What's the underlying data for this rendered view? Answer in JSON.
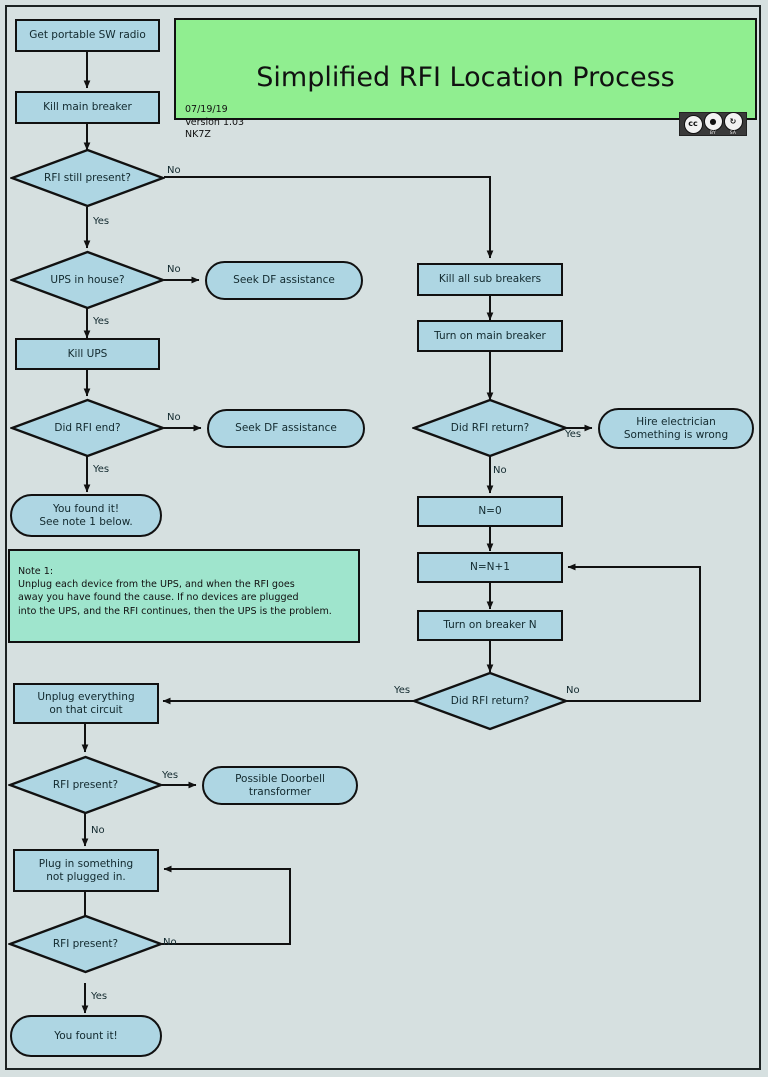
{
  "banner": {
    "title": "Simplified RFI Location Process",
    "date": "07/19/19",
    "version": "Version 1.03",
    "callsign": "NK7Z",
    "license_badge": "cc-by-sa-icon",
    "license_by": "BY",
    "license_sa": "SA",
    "bg_color": "#90ee90"
  },
  "colors": {
    "page_bg": "#d6e0e0",
    "node_fill": "#aed6e3",
    "note_fill": "#9fe5cd",
    "stroke": "#111111"
  },
  "nodes": {
    "get_radio": "Get portable SW radio",
    "kill_main_breaker": "Kill main breaker",
    "rfi_still_present": "RFI still present?",
    "ups_in_house": "UPS in house?",
    "seek_df_1": "Seek DF assistance",
    "kill_ups": "Kill UPS",
    "did_rfi_end": "Did RFI end?",
    "seek_df_2": "Seek DF assistance",
    "you_found_it_1": "You found it!\nSee note 1 below.",
    "kill_all_sub": "Kill all sub breakers",
    "turn_on_main": "Turn on main breaker",
    "did_rfi_return_1": "Did RFI return?",
    "hire_electrician": "Hire electrician\nSomething is wrong",
    "n_equals_0": "N=0",
    "n_equals_n_plus_1": "N=N+1",
    "turn_on_breaker_n": "Turn on breaker N",
    "did_rfi_return_2": "Did RFI return?",
    "unplug_everything": "Unplug everything\non that circuit",
    "rfi_present_1": "RFI present?",
    "possible_doorbell": "Possible Doorbell\ntransformer",
    "plug_in_something": "Plug in something\nnot plugged in.",
    "rfi_present_2": "RFI present?",
    "you_fount_it": "You fount it!"
  },
  "edge_labels": {
    "rfi_still_present_no": "No",
    "rfi_still_present_yes": "Yes",
    "ups_in_house_no": "No",
    "ups_in_house_yes": "Yes",
    "did_rfi_end_no": "No",
    "did_rfi_end_yes": "Yes",
    "did_rfi_return_1_yes": "Yes",
    "did_rfi_return_1_no": "No",
    "did_rfi_return_2_yes": "Yes",
    "did_rfi_return_2_no": "No",
    "rfi_present_1_yes": "Yes",
    "rfi_present_1_no": "No",
    "rfi_present_2_no": "No",
    "rfi_present_2_yes": "Yes"
  },
  "note": {
    "text": "Note 1:\nUnplug each device from the UPS, and when the RFI goes\naway you have found the cause.  If no devices are plugged\ninto the UPS, and the RFI continues, then the UPS is the problem."
  }
}
